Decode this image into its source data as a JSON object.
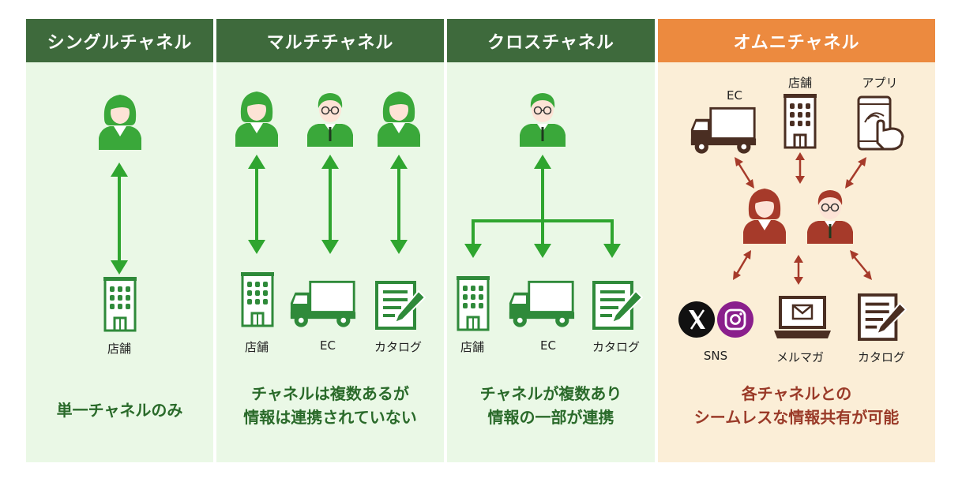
{
  "panels": [
    {
      "title": "シングルチャネル",
      "labels": [
        "店舗"
      ],
      "caption": [
        "単一チャネルのみ"
      ]
    },
    {
      "title": "マルチチャネル",
      "labels": [
        "店舗",
        "EC",
        "カタログ"
      ],
      "caption": [
        "チャネルは複数あるが",
        "情報は連携されていない"
      ]
    },
    {
      "title": "クロスチャネル",
      "labels": [
        "店舗",
        "EC",
        "カタログ"
      ],
      "caption": [
        "チャネルが複数あり",
        "情報の一部が連携"
      ]
    },
    {
      "title": "オムニチャネル",
      "labels": [
        "EC",
        "店舗",
        "アプリ",
        "SNS",
        "メルマガ",
        "カタログ"
      ],
      "caption": [
        "各チャネルとの",
        "シームレスな情報共有が可能"
      ]
    }
  ],
  "colors": {
    "header_green": "#3e6a3c",
    "panel_green_bg": "#eaf8e6",
    "header_orange": "#ec8a3f",
    "panel_orange_bg": "#fbeed7",
    "person_green": "#3aa83a",
    "arrow_green": "#2fa52f",
    "person_brown": "#a63a2a",
    "icon_brown": "#4a2e22"
  },
  "icons": [
    "person-female-icon",
    "person-male-icon",
    "store-building-icon",
    "delivery-truck-icon",
    "catalog-icon",
    "smartphone-app-icon",
    "x-logo-icon",
    "instagram-icon",
    "laptop-mail-icon"
  ]
}
